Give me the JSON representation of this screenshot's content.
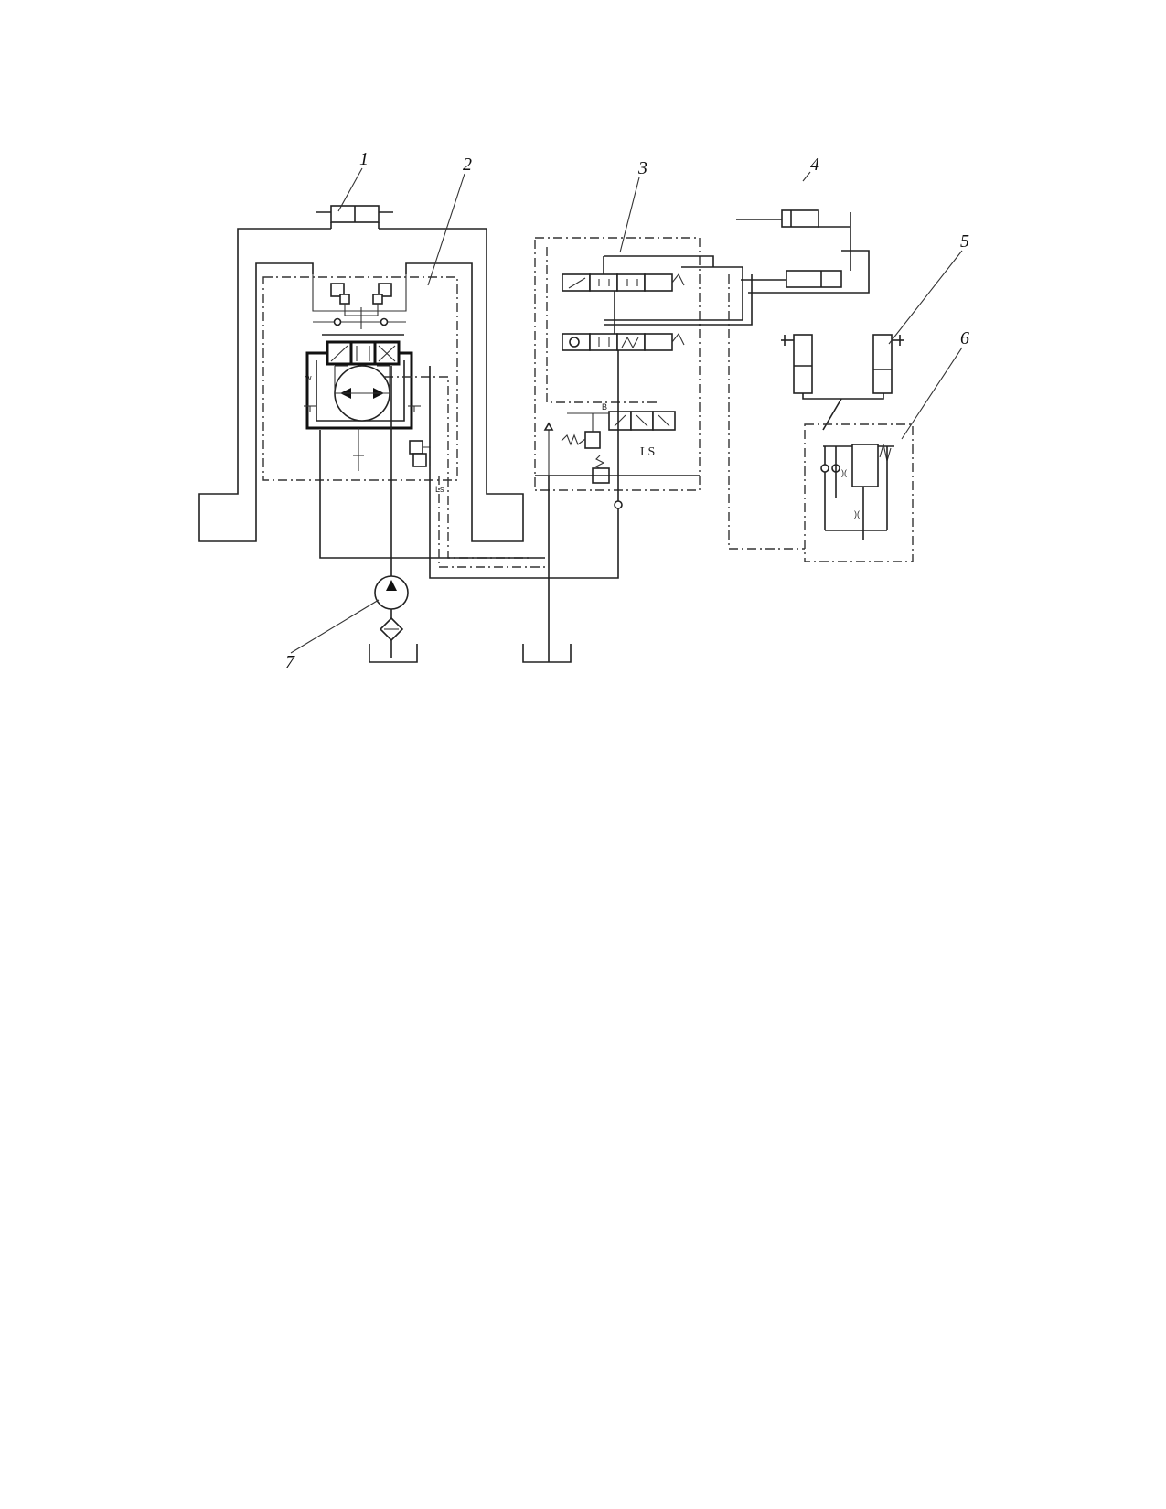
{
  "labels": [
    "1",
    "2",
    "3",
    "4",
    "5",
    "6",
    "7"
  ],
  "port_marks": {
    "ls_port": "Ls",
    "w_mark": "w",
    "ls_valve": "LS",
    "b_mark": "B"
  }
}
